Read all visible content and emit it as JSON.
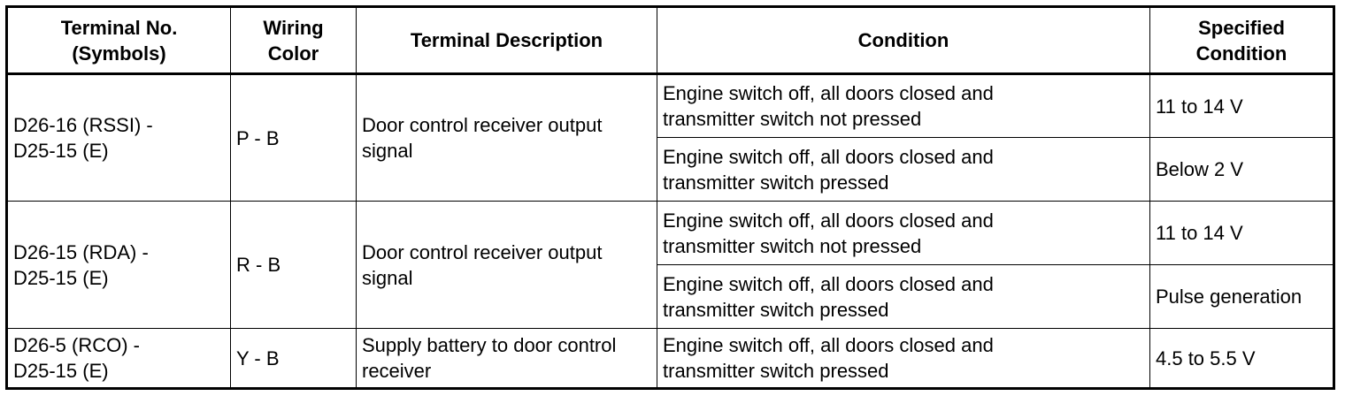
{
  "table": {
    "headers": [
      "Terminal No.\n(Symbols)",
      "Wiring\nColor",
      "Terminal Description",
      "Condition",
      "Specified\nCondition"
    ],
    "groups": [
      {
        "terminal": "D26-16 (RSSI) -\nD25-15 (E)",
        "wiring": "P - B",
        "description": "Door control receiver output\nsignal",
        "rows": [
          {
            "condition": "Engine switch off, all doors closed and\ntransmitter switch not pressed",
            "specified": "11 to 14 V"
          },
          {
            "condition": "Engine switch off, all doors closed and\ntransmitter switch pressed",
            "specified": "Below 2 V"
          }
        ]
      },
      {
        "terminal": "D26-15 (RDA) -\nD25-15 (E)",
        "wiring": "R - B",
        "description": "Door control receiver output\nsignal",
        "rows": [
          {
            "condition": "Engine switch off, all doors closed and\ntransmitter switch not pressed",
            "specified": "11 to 14 V"
          },
          {
            "condition": "Engine switch off, all doors closed and\ntransmitter switch pressed",
            "specified": "Pulse generation"
          }
        ]
      },
      {
        "terminal": "D26-5 (RCO) -\nD25-15 (E)",
        "wiring": "Y - B",
        "description": "Supply battery to door control\nreceiver",
        "rows": [
          {
            "condition": "Engine switch off, all doors closed and\ntransmitter switch pressed",
            "specified": "4.5 to 5.5 V"
          }
        ]
      }
    ]
  }
}
